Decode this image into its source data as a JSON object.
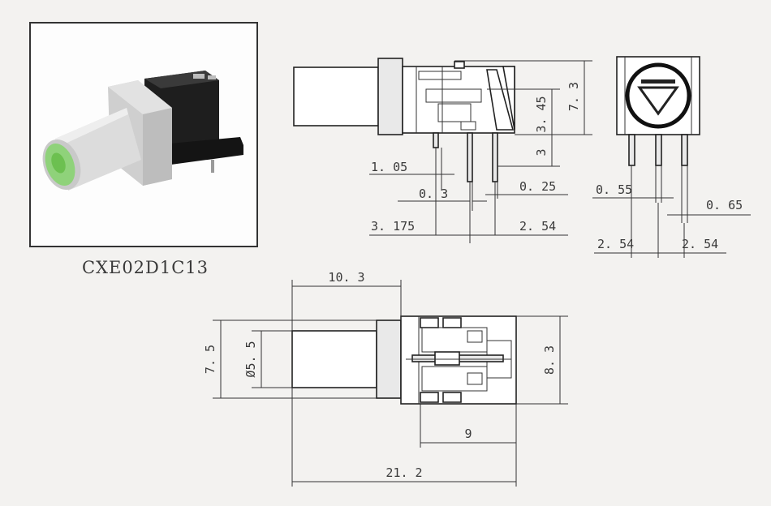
{
  "model": "CXE02D1C13",
  "side_view": {
    "d_1_05": "1. 05",
    "d_0_3": "0. 3",
    "d_3_175": "3. 175",
    "d_0_25": "0. 25",
    "d_2_54": "2. 54",
    "d_3_45": "3. 45",
    "d_3": "3",
    "d_7_3": "7. 3"
  },
  "front_view": {
    "d_0_55": "0. 55",
    "d_0_65": "0. 65",
    "d_2_54_left": "2. 54",
    "d_2_54_right": "2. 54"
  },
  "top_view": {
    "d_10_3": "10. 3",
    "d_7_5": "7. 5",
    "d_5_5": "Ø5. 5",
    "d_8_3": "8. 3",
    "d_9": "9",
    "d_21_2": "21. 2"
  }
}
